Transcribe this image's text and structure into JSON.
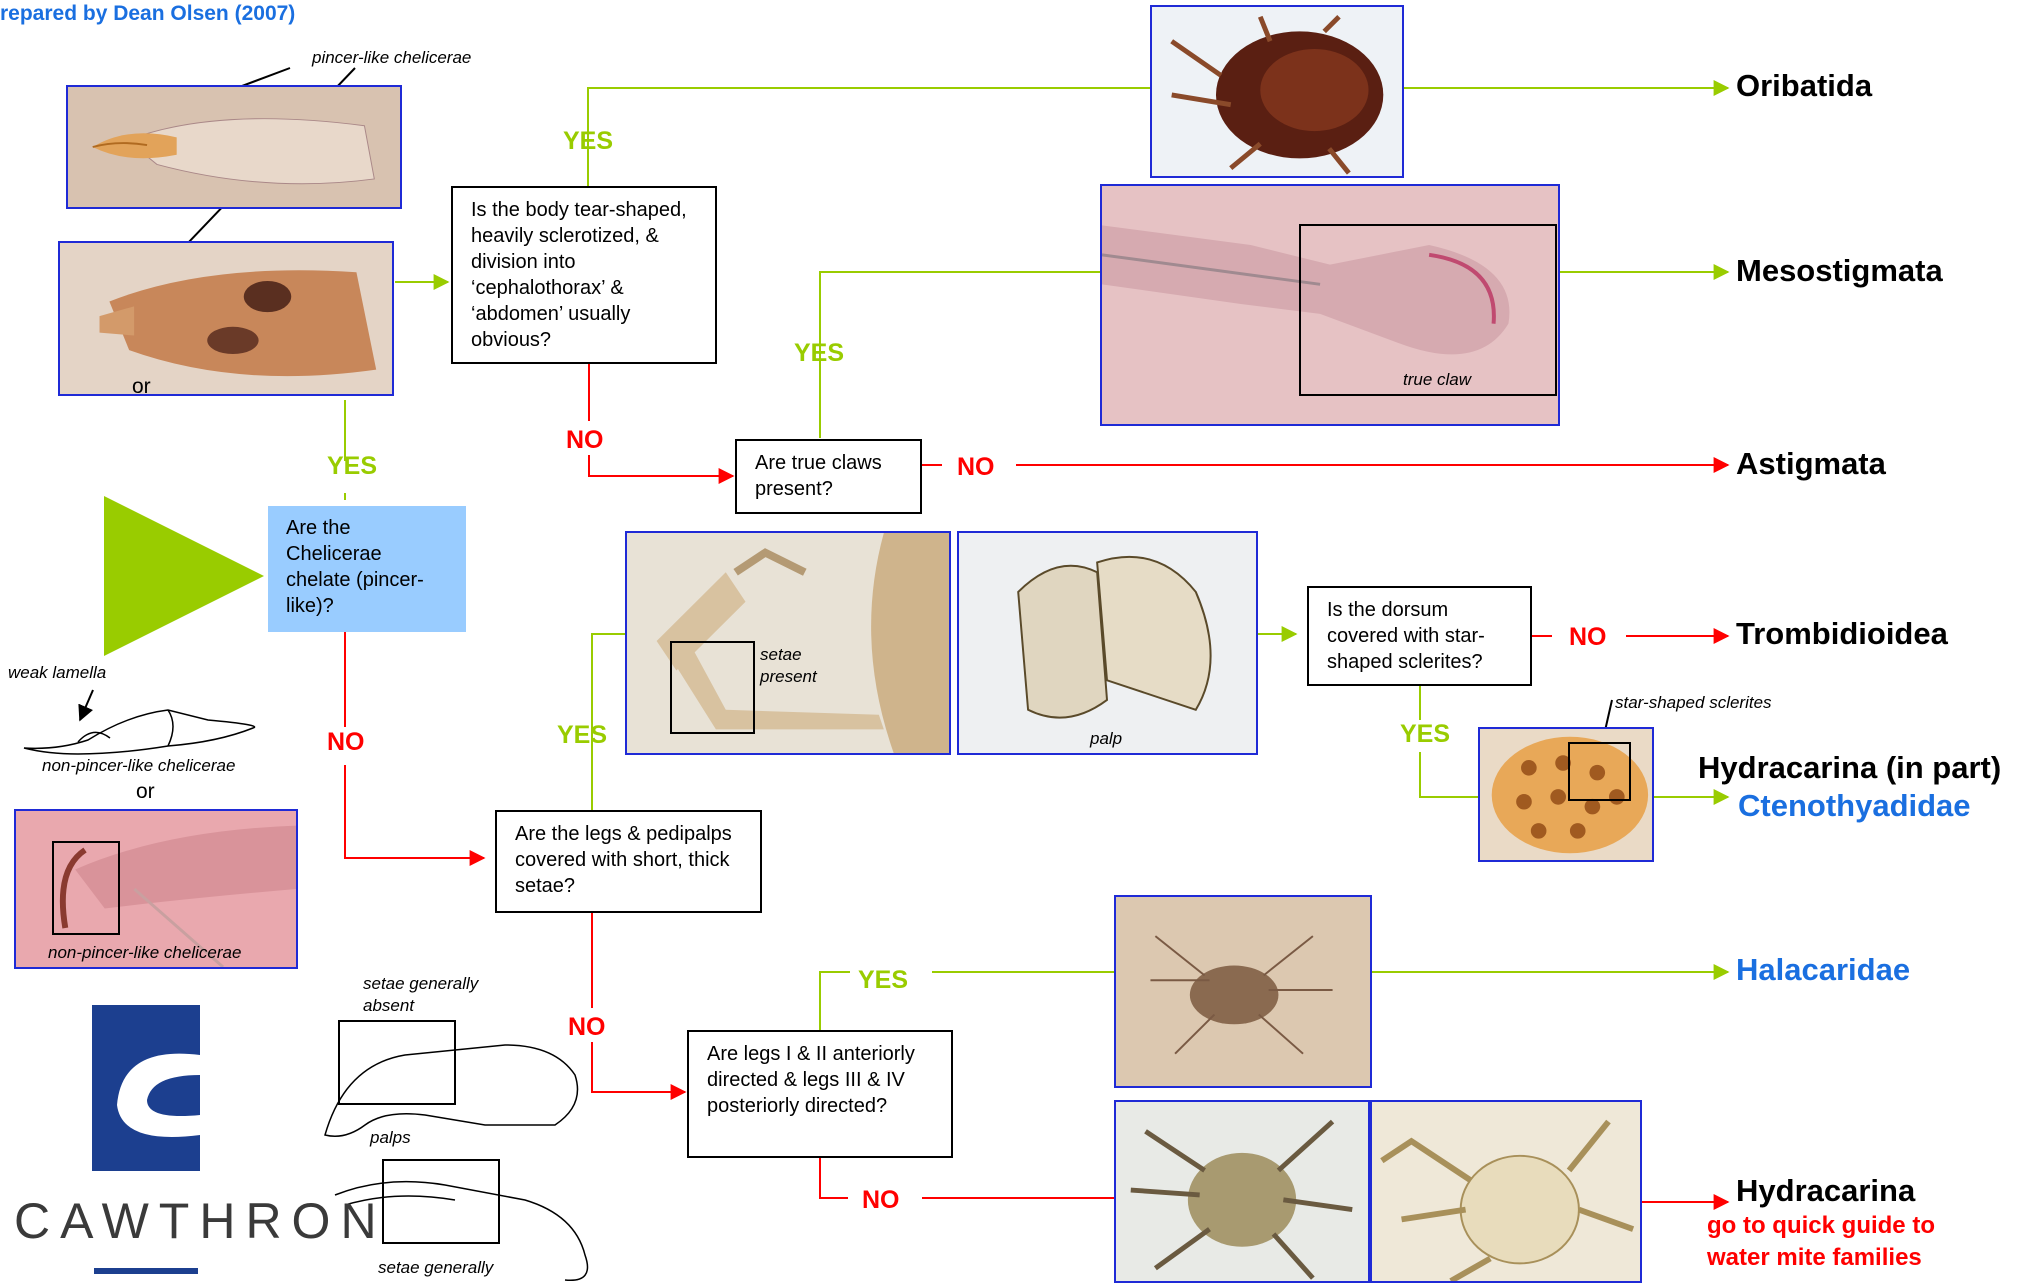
{
  "credit": "repared by Dean Olsen (2007)",
  "questions": {
    "q1": "Are the Chelicerae chelate (pincer-like)?",
    "q2": "Is the body tear-shaped, heavily sclerotized, & division into ‘cephalothorax’ & ‘abdomen’ usually obvious?",
    "q3": "Are true claws present?",
    "q4": "Are the legs & pedipalps covered with short, thick setae?",
    "q5": "Is the dorsum covered with star-shaped sclerites?",
    "q6": "Are legs I & II anteriorly directed & legs III & IV posteriorly directed?"
  },
  "answers": {
    "yes": "YES",
    "no": "NO"
  },
  "taxa": {
    "oribatida": "Oribatida",
    "mesostigmata": "Mesostigmata",
    "astigmata": "Astigmata",
    "trombidioidea": "Trombidioidea",
    "hydracarina_part": "Hydracarina (in part)",
    "ctenothyadidae": "Ctenothyadidae",
    "halacaridae": "Halacaridae",
    "hydracarina": "Hydracarina"
  },
  "quick_guide": {
    "line1": "go to quick guide to",
    "line2": "water mite families"
  },
  "captions": {
    "pincer": "pincer-like chelicerae",
    "or": "or",
    "weak_lamella": "weak lamella",
    "non_pincer": "non-pincer-like chelicerae",
    "true_claw": "true claw",
    "setae_present_1": "setae",
    "setae_present_2": "present",
    "palp": "palp",
    "star_sclerites": "star-shaped sclerites",
    "setae_absent_1": "setae generally",
    "setae_absent_2": "absent",
    "palps": "palps"
  },
  "logo": {
    "text": "CAWTHRON"
  },
  "colors": {
    "yes_green": "#99cc00",
    "no_red": "#ff0000",
    "taxon_blue": "#1a6fe0",
    "question_blue": "#99ccff",
    "photo_border": "#1f2ad6",
    "logo_blue": "#1c3f8f"
  }
}
